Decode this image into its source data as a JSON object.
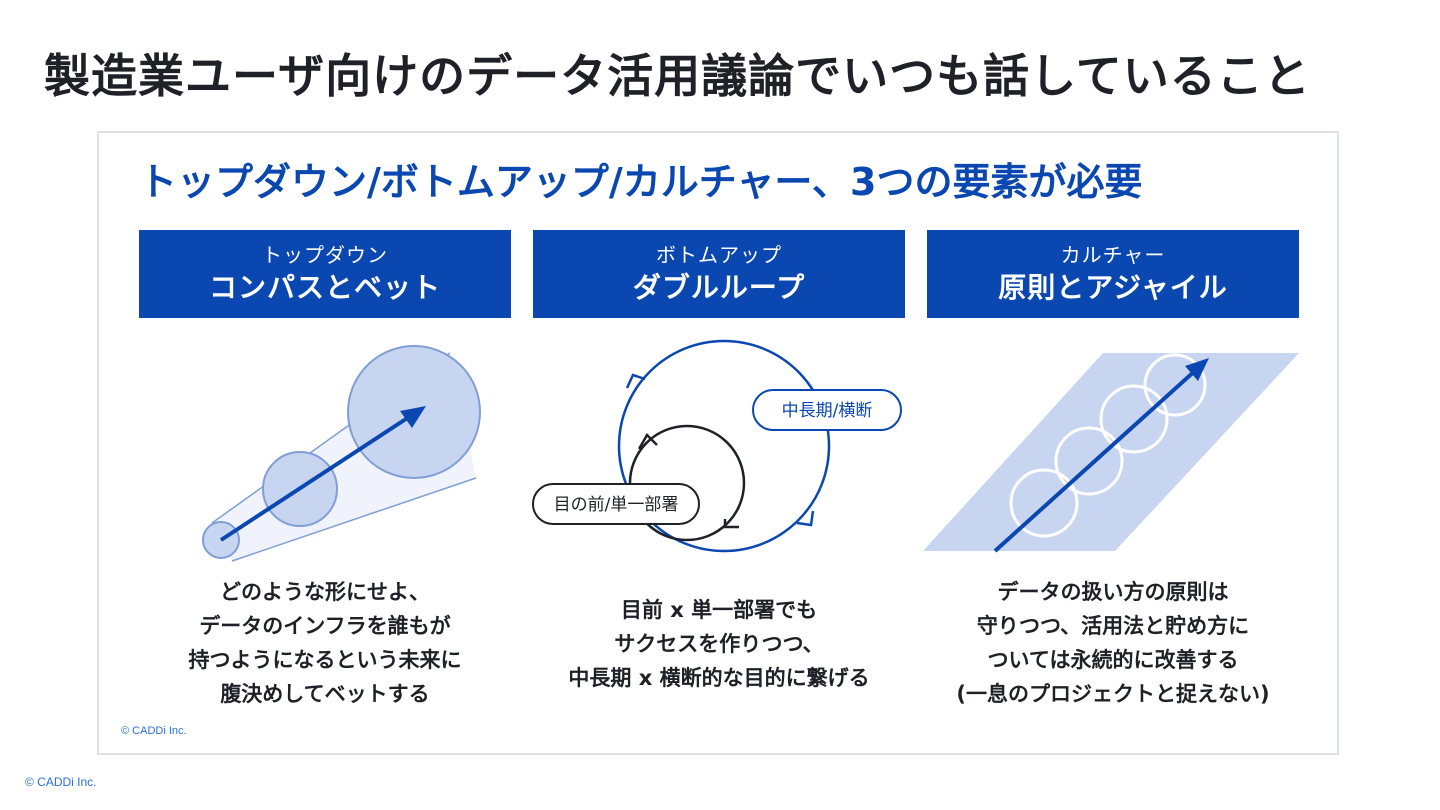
{
  "page": {
    "title": "製造業ユーザ向けのデータ活用議論でいつも話していること",
    "copyright": "© CADDi Inc."
  },
  "panel": {
    "heading": "トップダウン/ボトムアップ/カルチャー、3つの要素が必要",
    "copyright": "© CADDi Inc."
  },
  "pillars": [
    {
      "sub": "トップダウン",
      "main": "コンパスとベット",
      "description": "どのような形にせよ、\nデータのインフラを誰もが\n持つようになるという未来に\n腹決めしてベットする"
    },
    {
      "sub": "ボトムアップ",
      "main": "ダブルループ",
      "description": "目前 x 単一部署でも\nサクセスを作りつつ、\n中長期 x 横断的な目的に繋げる",
      "labels": {
        "outer_loop": "中長期/横断",
        "inner_loop": "目の前/単一部署"
      }
    },
    {
      "sub": "カルチャー",
      "main": "原則とアジャイル",
      "description": "データの扱い方の原則は\n守りつつ、活用法と貯め方に\nついては永続的に改善する\n(一息のプロジェクトと捉えない)"
    }
  ],
  "colors": {
    "brand_blue": "#0a47b0",
    "light_blue": "#c7d5f0",
    "text_dark": "#1f2128"
  },
  "icons": [
    "compass-bet-illustration",
    "double-loop-illustration",
    "agile-spiral-illustration"
  ]
}
